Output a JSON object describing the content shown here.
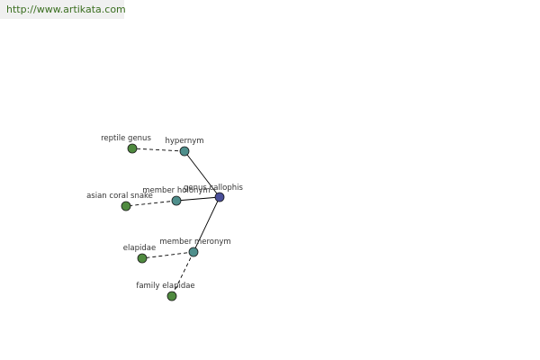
{
  "header": {
    "url": "http://www.artikata.com"
  },
  "colors": {
    "center": "#4a4f9a",
    "relation": "#4f8f8c",
    "leaf": "#4f8a3f",
    "edge": "#000000",
    "url_text": "#3a6e1f"
  },
  "graph": {
    "center": {
      "id": "center",
      "label": "genus callophis"
    },
    "relations": [
      {
        "id": "rel-0",
        "label": "hypernym"
      },
      {
        "id": "rel-1",
        "label": "member holonym"
      },
      {
        "id": "rel-2",
        "label": "member meronym"
      }
    ],
    "leaves": [
      {
        "id": "leaf-0",
        "label": "reptile genus",
        "relation": "rel-0"
      },
      {
        "id": "leaf-1",
        "label": "asian coral snake",
        "relation": "rel-1"
      },
      {
        "id": "leaf-2",
        "label": "elapidae",
        "relation": "rel-2"
      },
      {
        "id": "leaf-3",
        "label": "family elapidae",
        "relation": "rel-2"
      }
    ]
  }
}
